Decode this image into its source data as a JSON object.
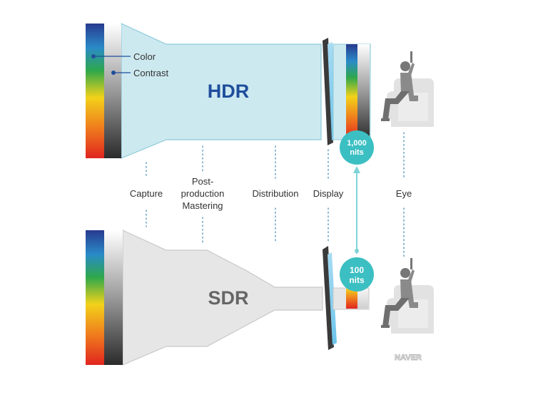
{
  "hdr": {
    "label": "HDR",
    "color_label": "Color",
    "contrast_label": "Contrast",
    "badge_value": "1,000",
    "badge_unit": "nits"
  },
  "sdr": {
    "label": "SDR",
    "badge_value": "100",
    "badge_unit": "nits"
  },
  "stages": {
    "capture": "Capture",
    "post1": "Post-",
    "post2": "production",
    "post3": "Mastering",
    "distribution": "Distribution",
    "display": "Display",
    "eye": "Eye"
  },
  "watermark": "NAVER",
  "colors": {
    "hdr_fill": "#cde9f0",
    "hdr_text": "#1f4e9c",
    "sdr_fill": "#e6e6e6",
    "sdr_text": "#666666",
    "accent_teal": "#3cbfc2",
    "dotted": "#6fa6c7"
  }
}
